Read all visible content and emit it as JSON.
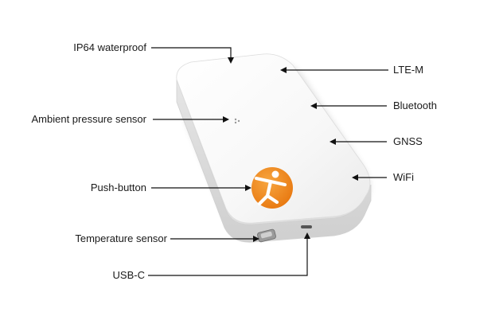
{
  "labels": {
    "ip64": "IP64 waterproof",
    "ambient": "Ambient pressure sensor",
    "push": "Push-button",
    "temp": "Temperature sensor",
    "usbc": "USB-C",
    "lte": "LTE-M",
    "bluetooth": "Bluetooth",
    "gnss": "GNSS",
    "wifi": "WiFi"
  },
  "colors": {
    "logo_orange": "#f08a1c",
    "device_body": "#f2f2f2",
    "arrow": "#111111"
  },
  "icons": {
    "logo": "running-figure-logo-icon"
  }
}
